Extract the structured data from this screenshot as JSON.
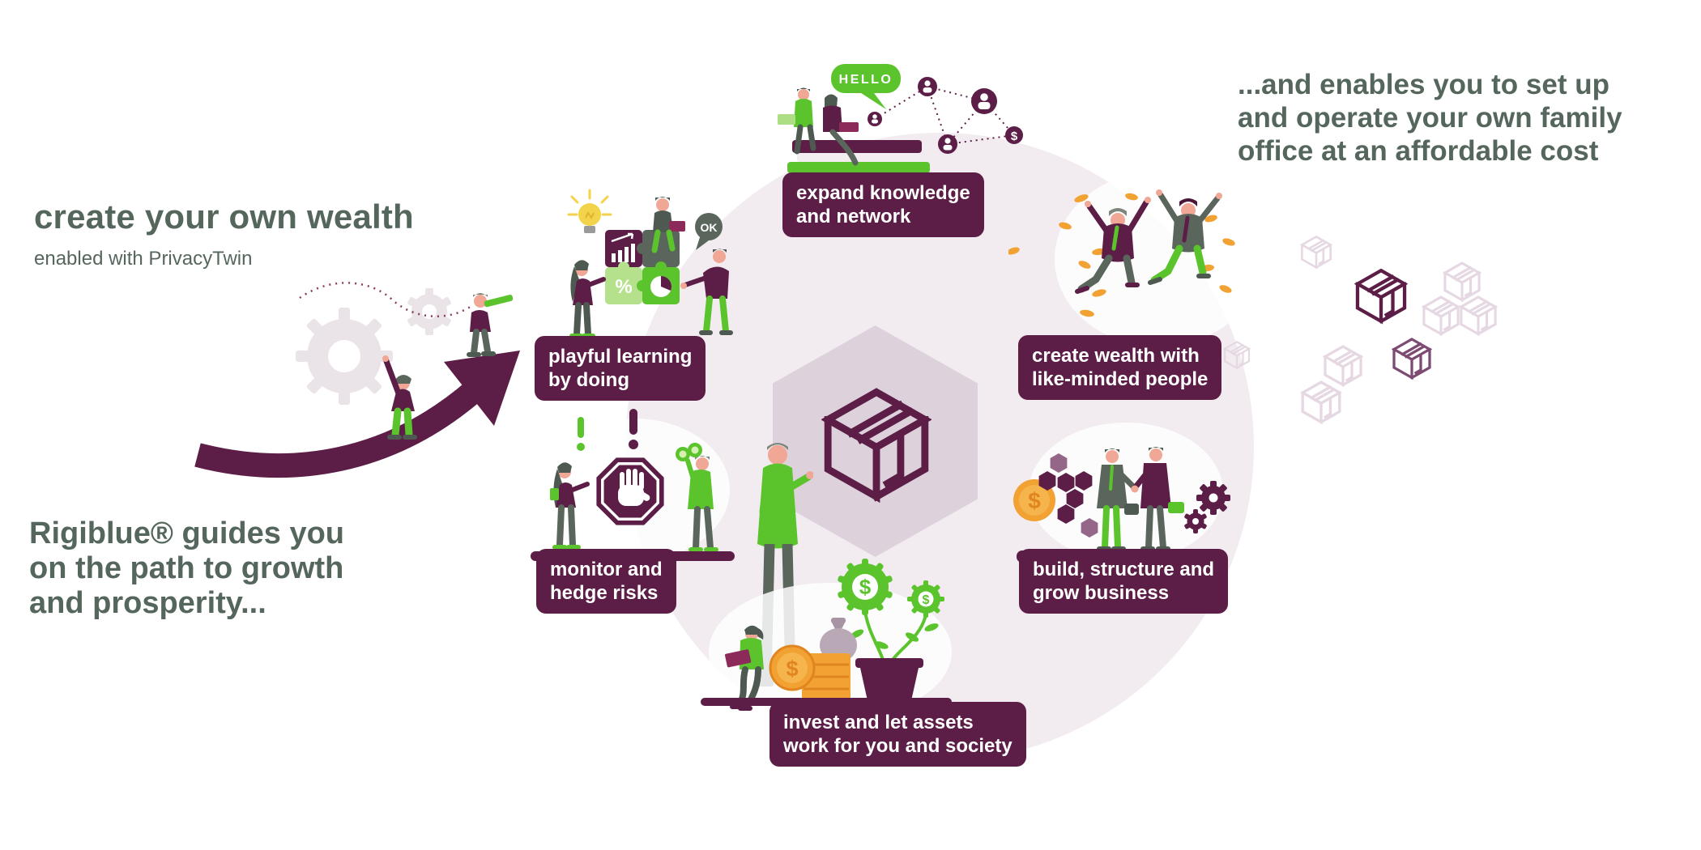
{
  "palette": {
    "plum": "#5c1e47",
    "green": "#5bc42d",
    "light_green": "#b5e18c",
    "gray_green": "#5a665c",
    "orange": "#f2a133",
    "yellow": "#f3d34a",
    "text": "#55675c",
    "circle_bg": "#f2ecf1",
    "hexagon_bg": "#ddd1db",
    "cube_light": "#e6d8e3",
    "cube_mid": "#7d4a72"
  },
  "headline": {
    "title": "create your own wealth",
    "subtitle": "enabled with PrivacyTwin"
  },
  "left_note": {
    "lines": [
      "Rigiblue® guides you",
      "on the path to growth",
      "and prosperity..."
    ]
  },
  "right_note": {
    "lines": [
      "...and enables you to set up",
      "and operate your own family",
      "office at an affordable cost"
    ]
  },
  "badges": {
    "expand": {
      "line1": "expand knowledge",
      "line2": "and network"
    },
    "playful": {
      "line1": "playful learning",
      "line2": "by doing"
    },
    "create": {
      "line1": "create wealth with",
      "line2": "like-minded people"
    },
    "monitor": {
      "line1": "monitor and",
      "line2": "hedge risks"
    },
    "build": {
      "line1": "build, structure and",
      "line2": "grow business"
    },
    "invest": {
      "line1": "invest and let assets",
      "line2": "work for you and society"
    }
  },
  "speech": {
    "hello": "HELLO",
    "ok": "OK"
  },
  "glyphs": {
    "dollar": "$",
    "percent": "%"
  }
}
